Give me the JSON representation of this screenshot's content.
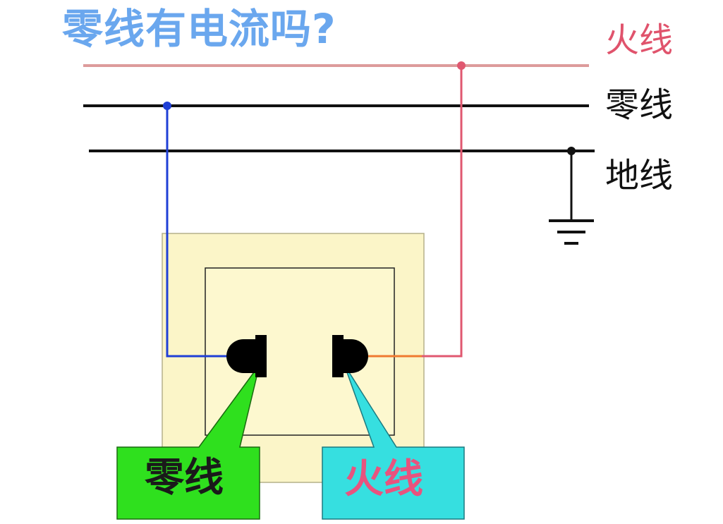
{
  "title": "零线有电流吗?",
  "wires": {
    "live": {
      "label": "火线",
      "color": "#dd9b9b",
      "drop_color": "#e05870"
    },
    "neutral": {
      "label": "零线",
      "color": "#111111",
      "drop_color": "#1f3fd6"
    },
    "ground": {
      "label": "地线",
      "color": "#111111"
    }
  },
  "callouts": {
    "neutral": {
      "label": "零线",
      "fill": "#2fe01e"
    },
    "live": {
      "label": "火线",
      "fill": "#36dfe0"
    }
  },
  "outlet": {
    "outer_fill": "#fbf5c8",
    "inner_fill": "#fdf8cf"
  },
  "connection_color": "#f07a30"
}
